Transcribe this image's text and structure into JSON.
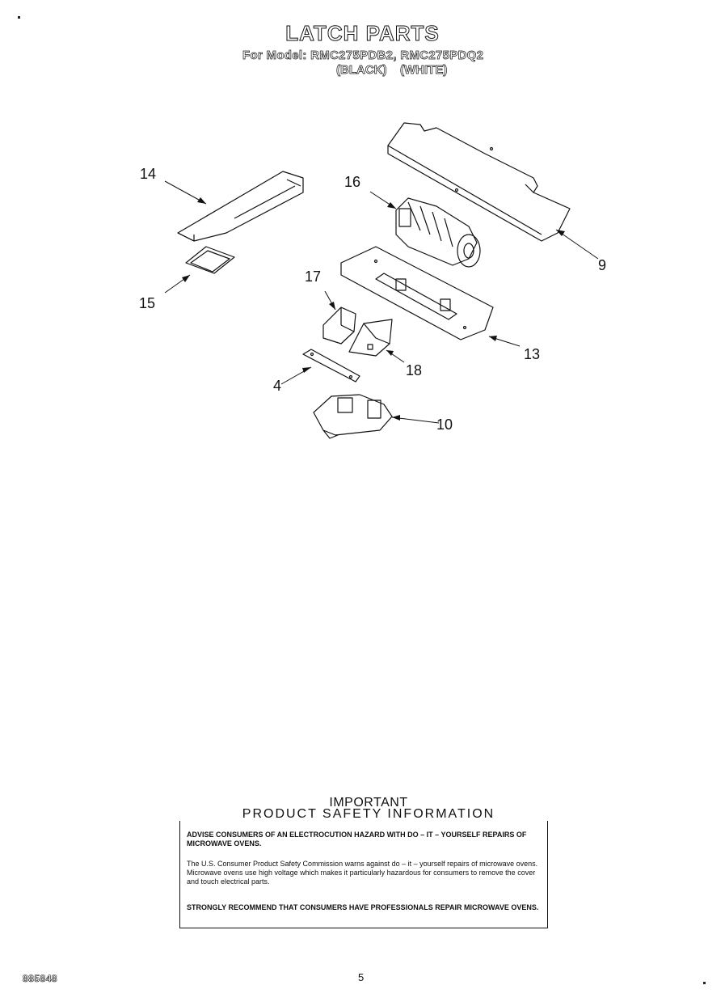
{
  "header": {
    "title": "LATCH PARTS",
    "model_line": "For Model: RMC275PDB2, RMC275PDQ2",
    "variant_black": "(BLACK)",
    "variant_white": "(WHITE)"
  },
  "callouts": {
    "c14": "14",
    "c15": "15",
    "c16": "16",
    "c9": "9",
    "c17": "17",
    "c13": "13",
    "c18": "18",
    "c4": "4",
    "c10": "10"
  },
  "safety": {
    "important": "IMPORTANT",
    "heading": "PRODUCT   SAFETY   INFORMATION",
    "advise": "ADVISE CONSUMERS OF AN ELECTROCUTION HAZARD WITH DO – IT – YOURSELF REPAIRS OF MICROWAVE OVENS.",
    "body": "The U.S. Consumer Product Safety Commission warns against do – it – yourself repairs of microwave ovens. Microwave ovens use high voltage which makes it particularly hazardous for consumers to remove the cover and touch electrical parts.",
    "recommend": "STRONGLY RECOMMEND THAT CONSUMERS HAVE PROFESSIONALS REPAIR MICROWAVE OVENS."
  },
  "footer": {
    "code": "885848",
    "page": "5"
  }
}
